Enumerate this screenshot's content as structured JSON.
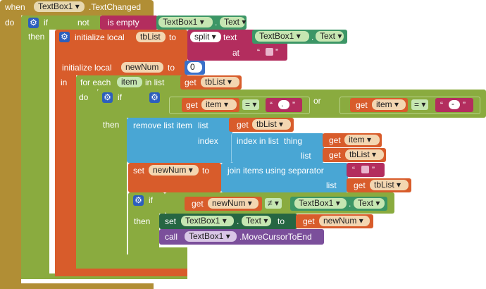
{
  "event": {
    "when": "when",
    "component": "TextBox1",
    "event_name": ".TextChanged",
    "do": "do"
  },
  "if1": {
    "if": "if",
    "then": "then",
    "not": "not",
    "is_empty": "is empty",
    "component": "TextBox1",
    "dot": ".",
    "prop": "Text"
  },
  "init_tb": {
    "label": "initialize local",
    "var": "tbList",
    "to": "to",
    "split": "split",
    "text": "text",
    "at": "at",
    "component": "TextBox1",
    "dot": ".",
    "prop": "Text",
    "open_quote": "“",
    "close_quote": "”"
  },
  "init_num": {
    "label": "initialize local",
    "var": "newNum",
    "to": "to",
    "value": "0",
    "in": "in"
  },
  "foreach": {
    "label": "for each",
    "var": "item",
    "in_list": "in list",
    "get": "get",
    "list_var": "tbList",
    "do": "do"
  },
  "if2": {
    "if": "if",
    "then": "then",
    "or": "or",
    "get": "get",
    "var": "item",
    "eq": "=",
    "left_str": ".",
    "right_str": "-",
    "open_quote": "“",
    "close_quote": "”"
  },
  "remove": {
    "label": "remove list item",
    "list": "list",
    "index": "index",
    "get": "get",
    "list_var": "tbList",
    "index_in_list": "index in list",
    "thing": "thing",
    "thing_var": "item",
    "list2": "list",
    "list2_var": "tbList"
  },
  "set_num": {
    "set": "set",
    "var": "newNum",
    "to": "to",
    "join": "join items using separator",
    "list": "list",
    "get": "get",
    "list_var": "tbList",
    "open_quote": "“",
    "close_quote": "”"
  },
  "if3": {
    "if": "if",
    "then": "then",
    "get": "get",
    "var": "newNum",
    "neq": "≠",
    "component": "TextBox1",
    "dot": ".",
    "prop": "Text"
  },
  "set_text": {
    "set": "set",
    "component": "TextBox1",
    "dot": ".",
    "prop": "Text",
    "to": "to",
    "get": "get",
    "var": "newNum"
  },
  "call": {
    "call": "call",
    "component": "TextBox1",
    "method": ".MoveCursorToEnd"
  },
  "colors": {
    "event": "#b18e35",
    "control": "#8aab3f",
    "variable": "#d85c2b",
    "text": "#b32d5e",
    "textbox": "#3c9666",
    "list": "#49a6d4",
    "math": "#3a70c9",
    "call": "#7b4f9b",
    "setter": "#266643"
  }
}
